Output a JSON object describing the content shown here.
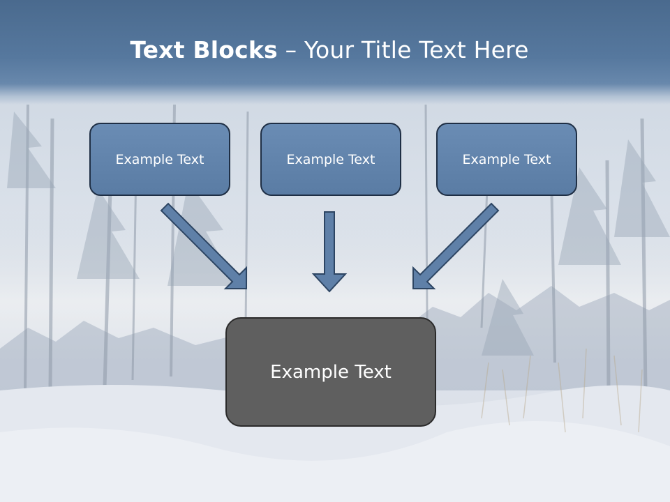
{
  "slide": {
    "title_bold": "Text Blocks",
    "title_dash": "–",
    "title_rest": "Your Title Text Here",
    "blocks": [
      {
        "label": "Example Text"
      },
      {
        "label": "Example Text"
      },
      {
        "label": "Example Text"
      }
    ],
    "center_block": {
      "label": "Example Text"
    }
  },
  "colors": {
    "title_band": "#56789e",
    "block_fill": "#6384ac",
    "block_border": "#1f2f45",
    "center_fill": "#5f5f5f",
    "arrow_fill": "#5f80a8"
  }
}
